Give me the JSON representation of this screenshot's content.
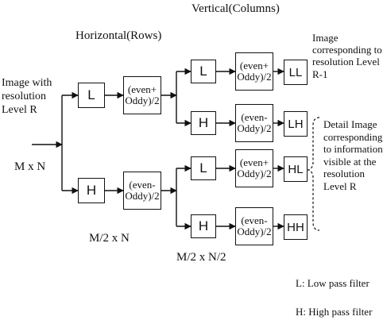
{
  "headers": {
    "vertical": "Vertical(Columns)",
    "horizontal": "Horizontal(Rows)"
  },
  "input": {
    "label": "Image with\nresolution\nLevel R",
    "size": "M x N"
  },
  "stage1": {
    "low_filter": "L",
    "high_filter": "H",
    "low_op": "(even+\nOddy)/2",
    "high_op": "(even-\nOddy)/2",
    "size": "M/2 x N"
  },
  "stage2": {
    "top_low_filter": "L",
    "top_high_filter": "H",
    "bottom_low_filter": "L",
    "bottom_high_filter": "H",
    "op_ll": "(even+\nOddy)/2",
    "op_lh": "(even-\nOddy)/2",
    "op_hl": "(even+\nOddy)/2",
    "op_hh": "(even-\nOddy)/2",
    "size": "M/2 x N/2"
  },
  "outputs": {
    "ll": "LL",
    "lh": "LH",
    "hl": "HL",
    "hh": "HH"
  },
  "annotations": {
    "approx": "Image\ncorresponding to\nresolution Level\nR-1",
    "detail": "Detail Image\ncorresponding\nto information\nvisible at the\nresolution\nLevel R"
  },
  "legend": {
    "low": "L: Low pass filter",
    "high": "H: High pass filter"
  }
}
